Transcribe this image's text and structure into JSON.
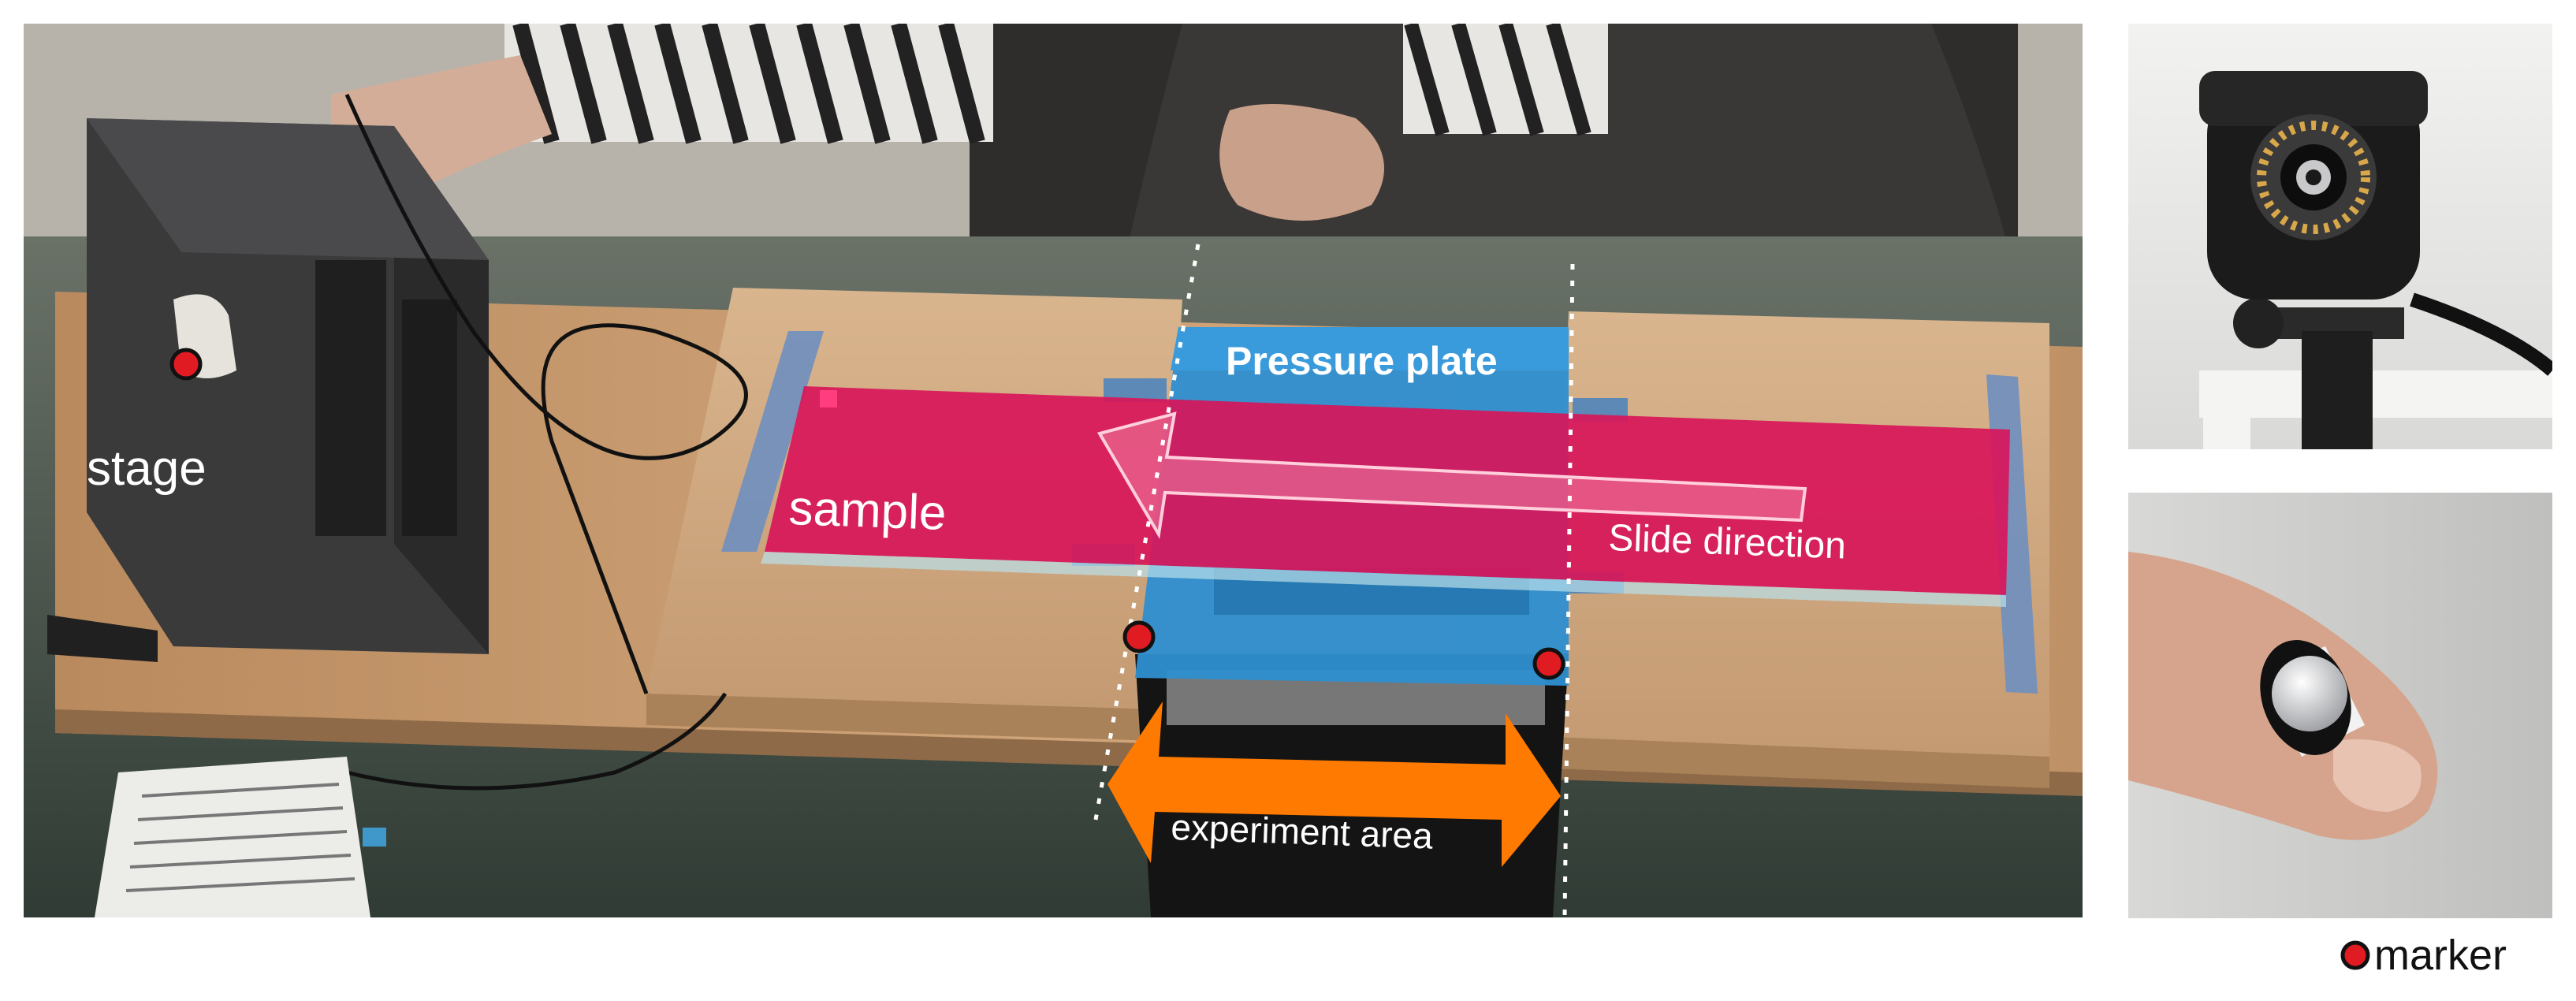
{
  "labels": {
    "stage": "stage",
    "sample": "sample",
    "pressure_plate": "Pressure plate",
    "slide_direction": "Slide direction",
    "experiment_area": "experiment area",
    "marker_legend": "marker"
  },
  "colors": {
    "sample": "#d8165a",
    "pressure_plate": "#2e8fd0",
    "experiment_arrow": "#ff7a00",
    "marker": "#e01b22",
    "board": "#c99a6e",
    "table": "#3a4a40"
  },
  "icons": {
    "marker": "red-dot-marker-icon",
    "slide_arrow": "left-arrow-icon",
    "experiment_arrow": "double-headed-arrow-icon"
  }
}
